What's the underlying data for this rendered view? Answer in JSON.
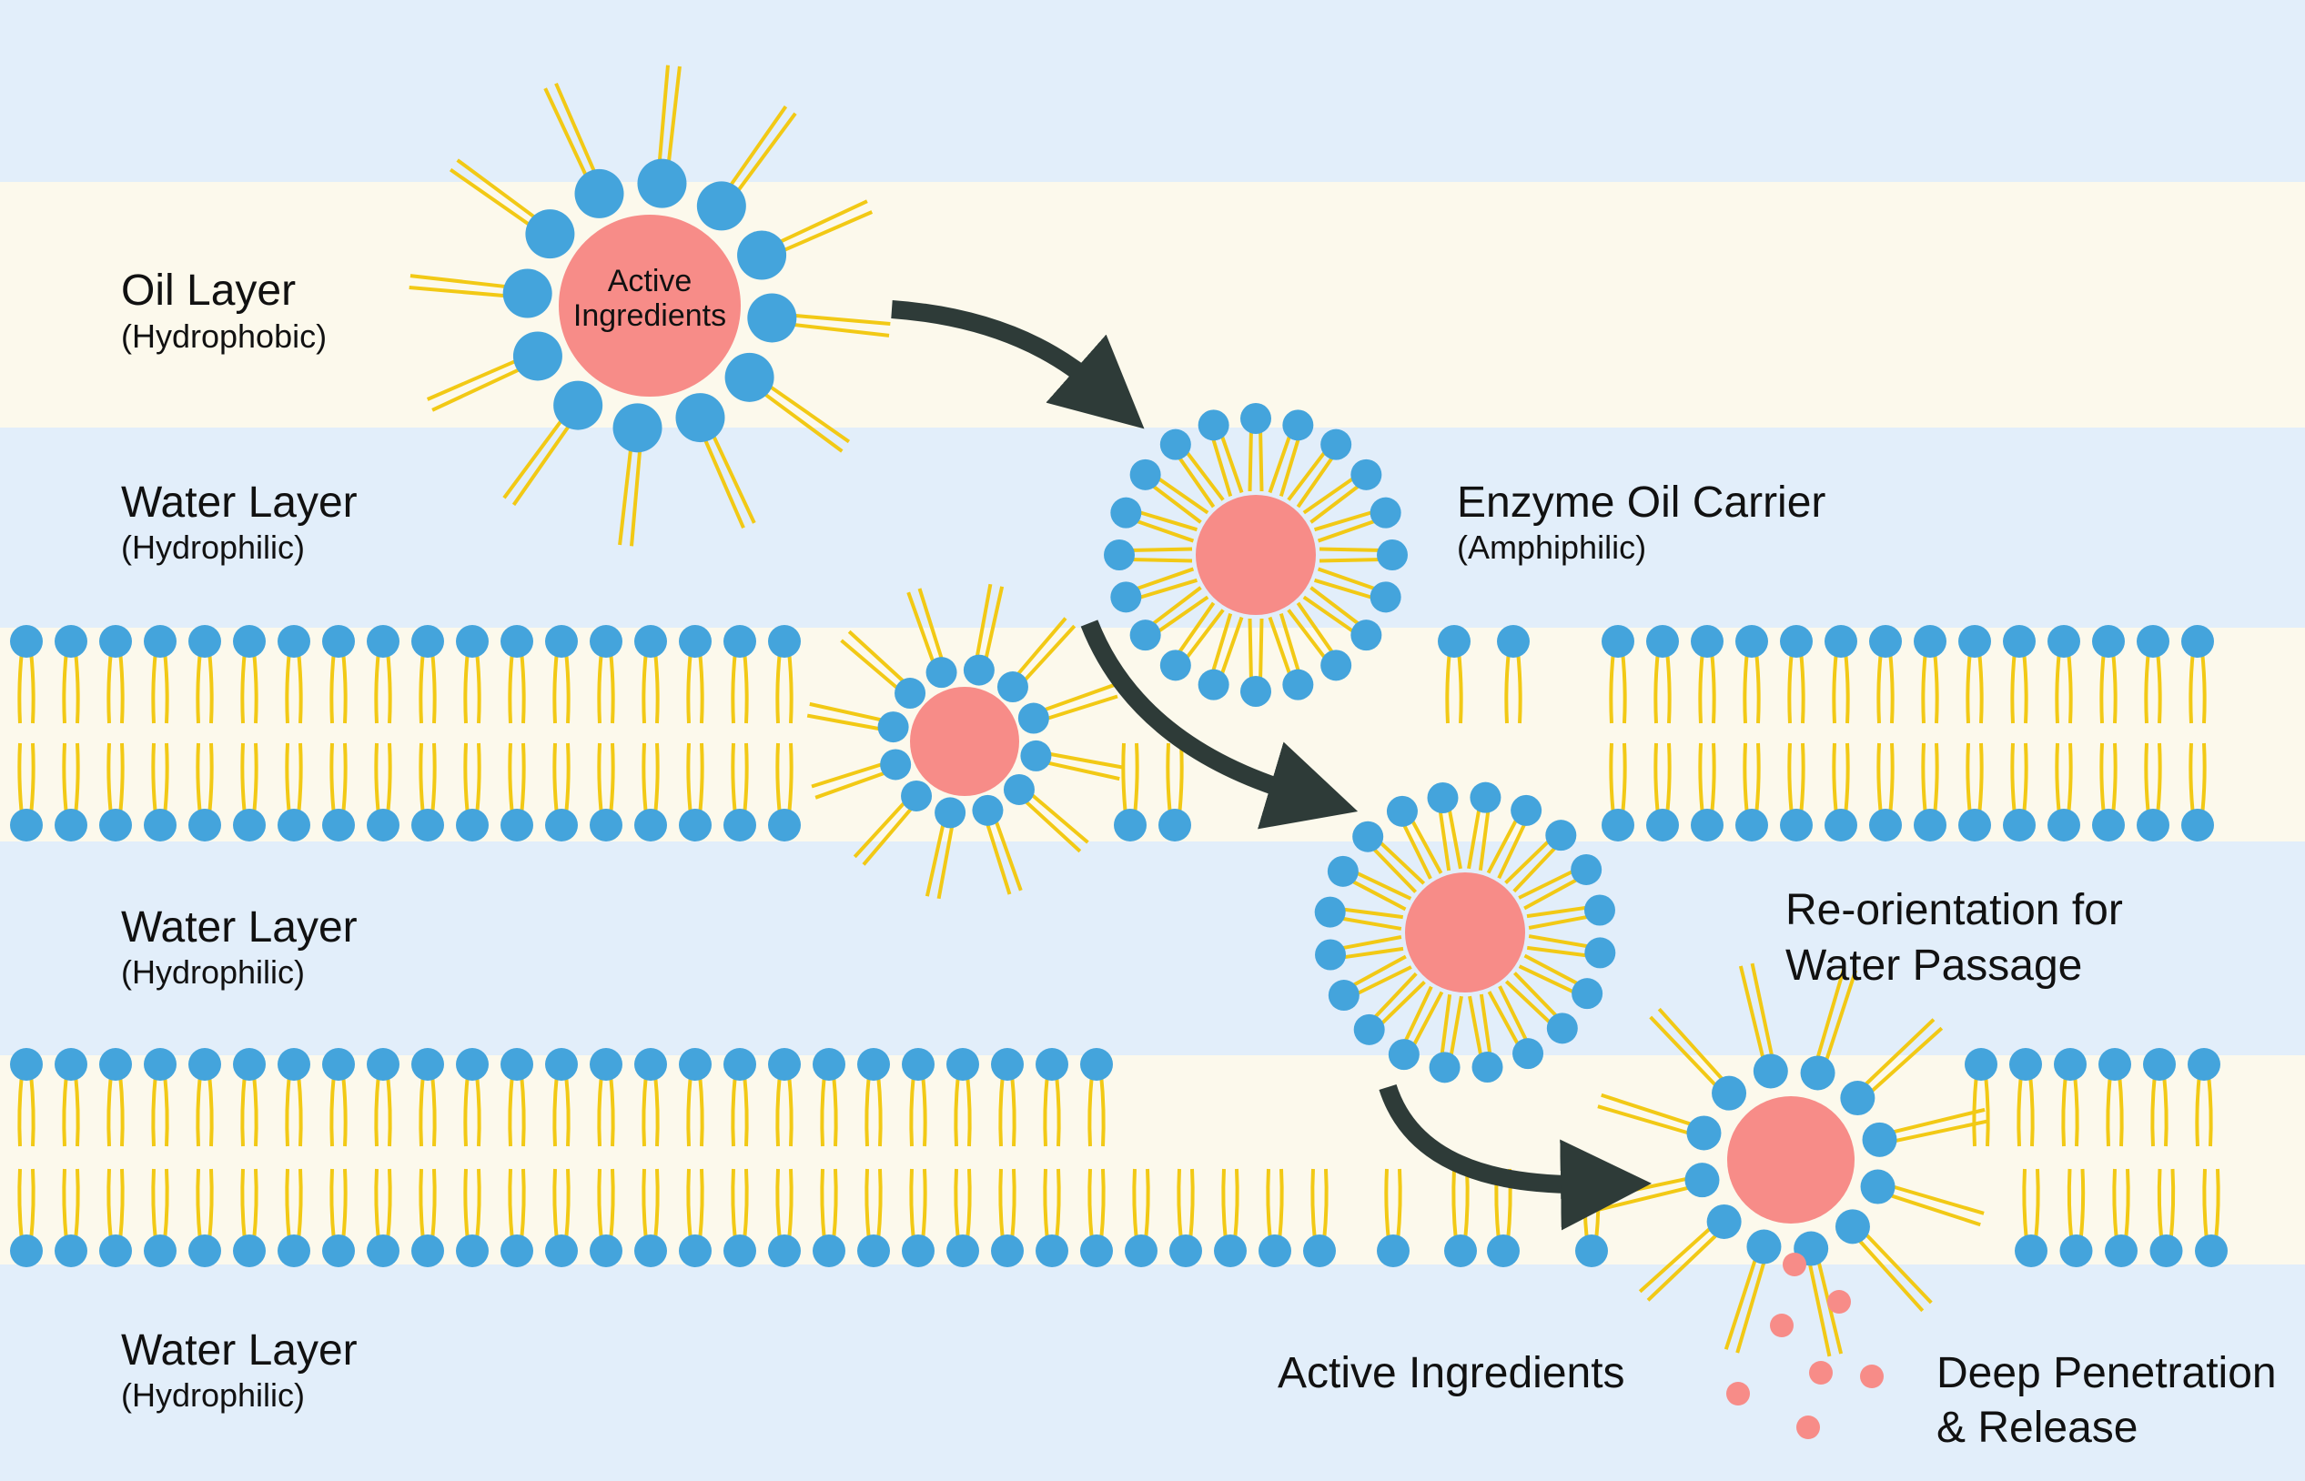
{
  "colors": {
    "water_band": "#e2eefa",
    "oil_band": "#fcf9ec",
    "head": "#44a4dc",
    "tail": "#f2c915",
    "core": "#f78c88",
    "arrow": "#2e3b38"
  },
  "layers": {
    "oil": {
      "title": "Oil Layer",
      "subtitle": "(Hydrophobic)"
    },
    "water_1": {
      "title": "Water Layer",
      "subtitle": "(Hydrophilic)"
    },
    "water_2": {
      "title": "Water Layer",
      "subtitle": "(Hydrophilic)"
    },
    "water_3": {
      "title": "Water Layer",
      "subtitle": "(Hydrophilic)"
    }
  },
  "carrier": {
    "core_line1": "Active",
    "core_line2": "Ingredients",
    "title": "Enzyme Oil Carrier",
    "subtitle": "(Amphiphilic)"
  },
  "steps": {
    "reorientation_line1": "Re-orientation for",
    "reorientation_line2": "Water Passage",
    "release_active": "Active Ingredients",
    "release_line1": "Deep Penetration",
    "release_line2": "& Release"
  }
}
